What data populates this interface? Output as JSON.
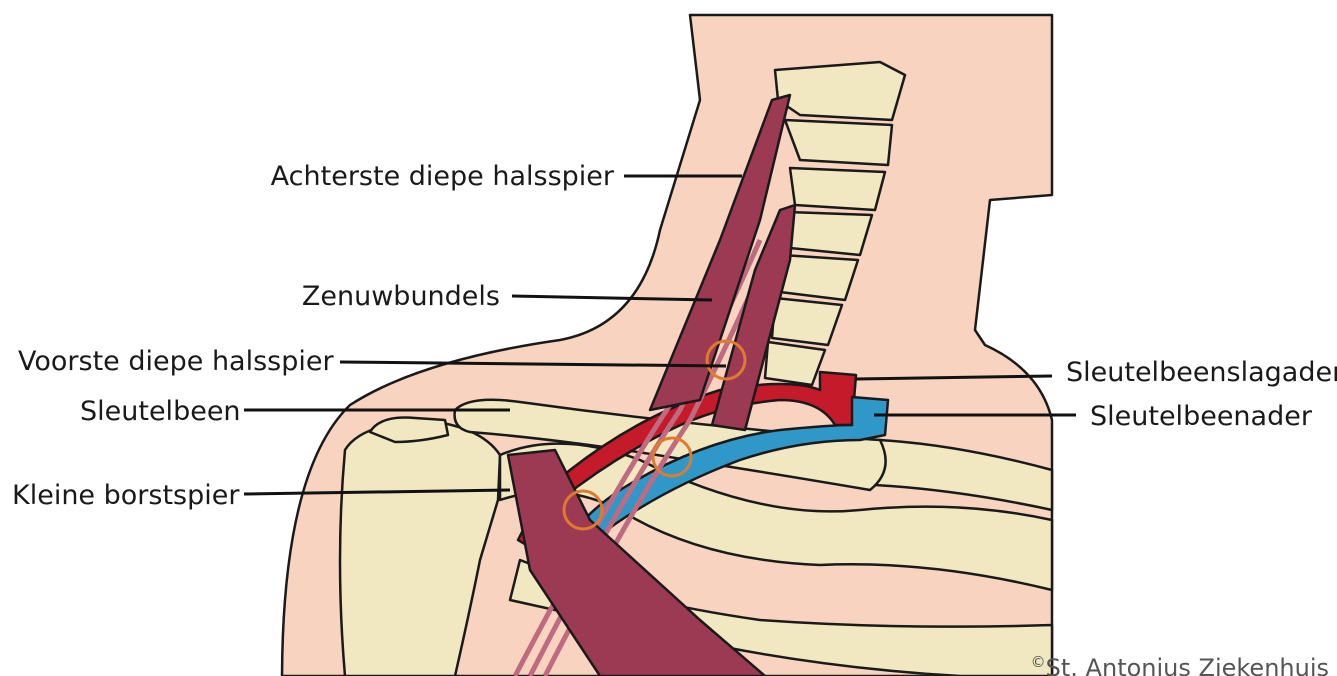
{
  "labels": {
    "achterste_diepe_halsspier": "Achterste diepe halsspier",
    "zenuwbundels": "Zenuwbundels",
    "voorste_diepe_halsspier": "Voorste diepe halsspier",
    "sleutelbeen": "Sleutelbeen",
    "kleine_borstspier": "Kleine borstspier",
    "sleutelbeenslagader": "Sleutelbeenslagader",
    "sleutelbeenader": "Sleutelbeenader"
  },
  "credit": {
    "symbol": "©",
    "text": "St. Antonius Ziekenhuis"
  },
  "colors": {
    "skin": "#f7d3c0",
    "bone": "#f1e8c2",
    "muscle": "#9b3a52",
    "muscle_light": "#c06a80",
    "artery": "#c41a2a",
    "vein": "#2f98c8",
    "compression_marker": "#e07a2e",
    "outline": "#1a1a1a"
  }
}
